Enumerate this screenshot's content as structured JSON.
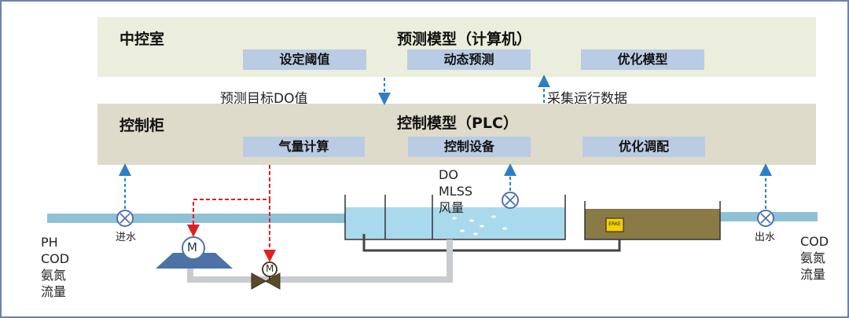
{
  "top_band": {
    "room": "中控室",
    "model": "预测模型（计算机）",
    "modules": [
      "设定阈值",
      "动态预测",
      "优化模型"
    ]
  },
  "mid_band": {
    "room": "控制柜",
    "model": "控制模型（PLC）",
    "modules": [
      "气量计算",
      "控制设备",
      "优化调配"
    ]
  },
  "arrows": {
    "down_label": "预测目标DO值",
    "up_label": "采集运行数据"
  },
  "process": {
    "inlet": "进水",
    "outlet": "出水",
    "motor_label": "M",
    "valve_label": "M",
    "sensor_lines": [
      "DO",
      "MLSS",
      "风量"
    ],
    "inlet_params": [
      "PH",
      "COD",
      "氨氮",
      "流量"
    ],
    "outlet_params": [
      "COD",
      "氨氮",
      "流量"
    ],
    "clarifier_badge": "ERKE"
  },
  "colors": {
    "frame": "#6a83b3",
    "top_band": "#ebeedd",
    "mid_band": "#dedbca",
    "module": "#b9cce4",
    "pipe": "#8fc1d6",
    "water": "#a9d9ec",
    "clarifier": "#8a7a45",
    "equipment": "#4d72a8",
    "signal_blue": "#2d7fc4",
    "signal_red": "#e02020"
  }
}
